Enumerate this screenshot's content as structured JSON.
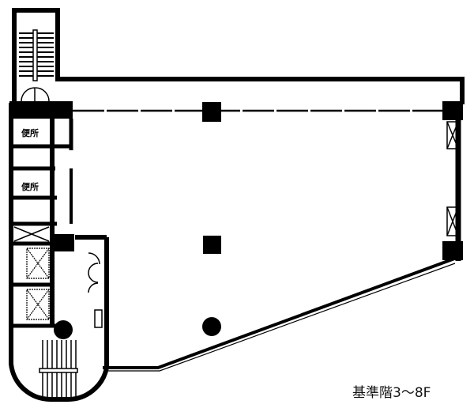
{
  "plan": {
    "floor_label": "基準階3～8F",
    "rooms": [
      {
        "label": "便所"
      },
      {
        "label": "便所"
      }
    ]
  }
}
